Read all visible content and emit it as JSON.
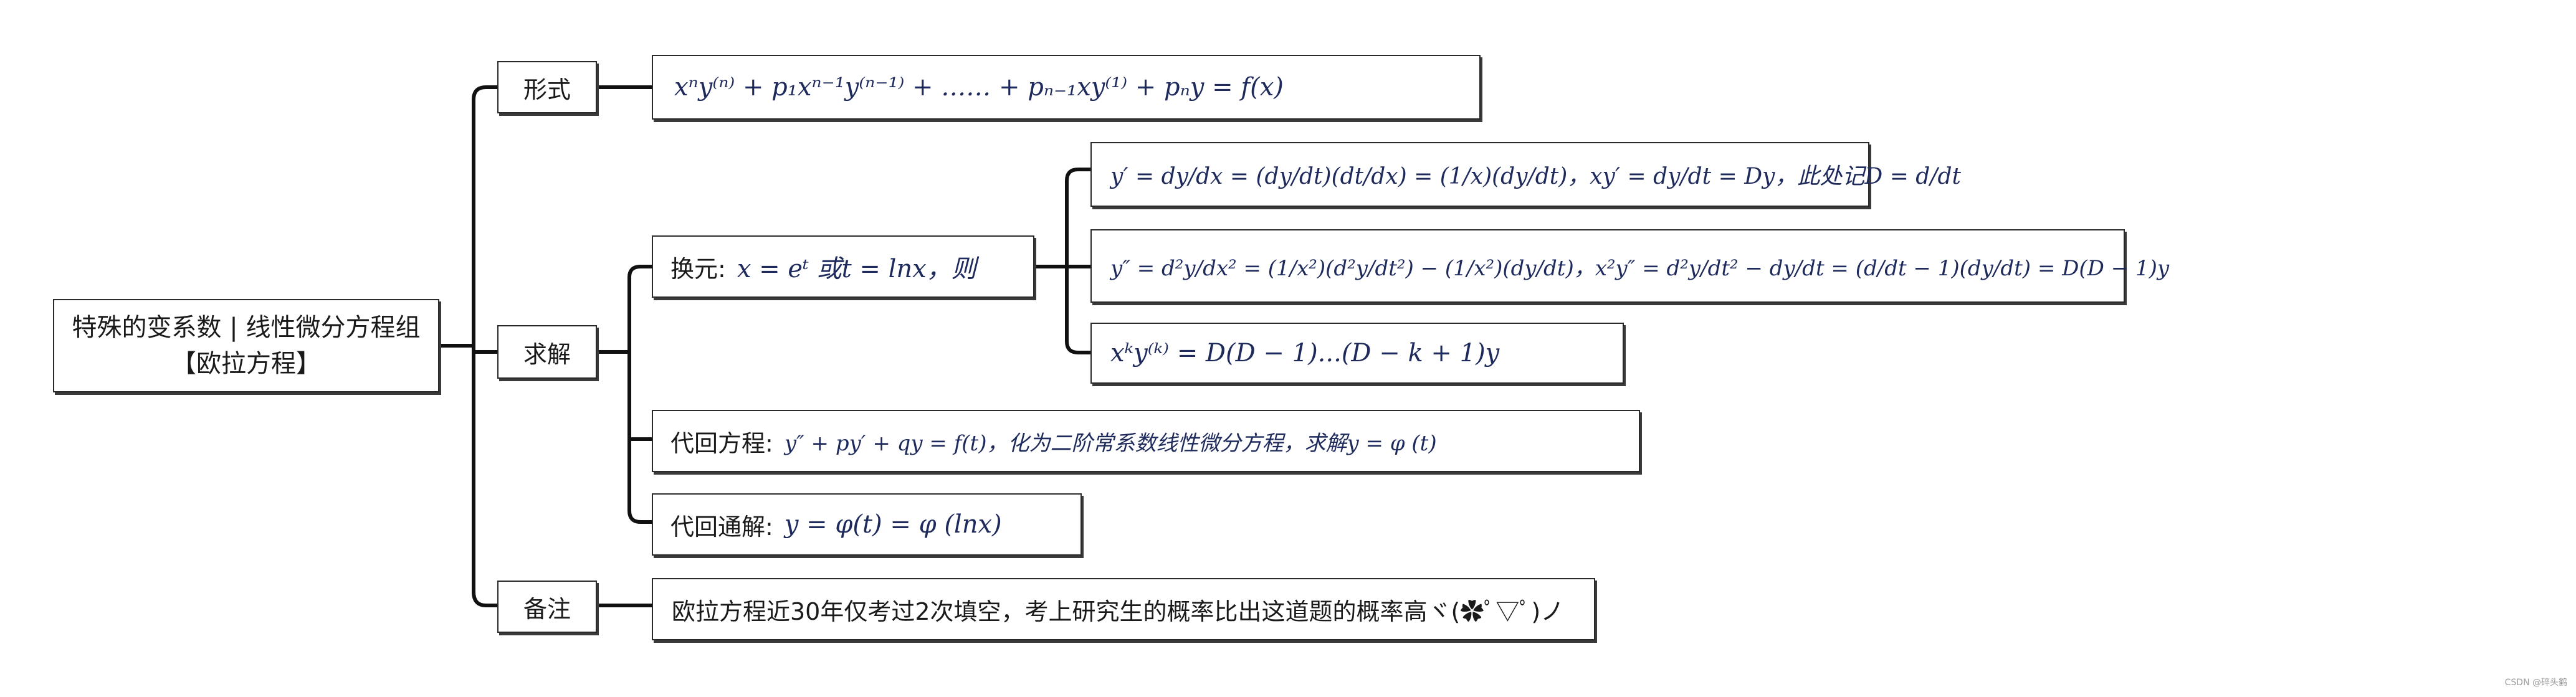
{
  "root": {
    "line1": "特殊的变系数 | 线性微分方程组",
    "line2": "【欧拉方程】"
  },
  "branches": {
    "form": {
      "label": "形式",
      "formula": "xⁿy⁽ⁿ⁾ + p₁xⁿ⁻¹y⁽ⁿ⁻¹⁾ + …… + pₙ₋₁xy⁽¹⁾ + pₙy = f(x)"
    },
    "solve": {
      "label": "求解",
      "substitution": {
        "prefix": "换元:",
        "formula": "x = eᵗ 或t = lnx，则"
      },
      "derivatives": [
        {
          "formula": "y′ = dy/dx = (dy/dt)(dt/dx) = (1/x)(dy/dt)，xy′ = dy/dt = Dy，此处记D = d/dt"
        },
        {
          "formula": "y″ = d²y/dx² = (1/x²)(d²y/dt²) − (1/x²)(dy/dt)，x²y″ = d²y/dt² − dy/dt = (d/dt − 1)(dy/dt) = D(D − 1)y"
        },
        {
          "formula": "xᵏy⁽ᵏ⁾ = D(D − 1)...(D − k + 1)y"
        }
      ],
      "back_substitute": {
        "prefix": "代回方程:",
        "formula": "y″ + py′ + qy = f(t)，化为二阶常系数线性微分方程，求解y = φ (t)"
      },
      "general_solution": {
        "prefix": "代回通解:",
        "formula": "y = φ(t) = φ (lnx)"
      }
    },
    "note": {
      "label": "备注",
      "text": "欧拉方程近30年仅考过2次填空，考上研究生的概率比出这道题的概率高ヾ(✿ﾟ▽ﾟ)ノ"
    }
  },
  "watermark": "CSDN @碎头鹤",
  "colors": {
    "line": "#111111",
    "border": "#2a2a2a",
    "math": "#1e2a5c"
  }
}
